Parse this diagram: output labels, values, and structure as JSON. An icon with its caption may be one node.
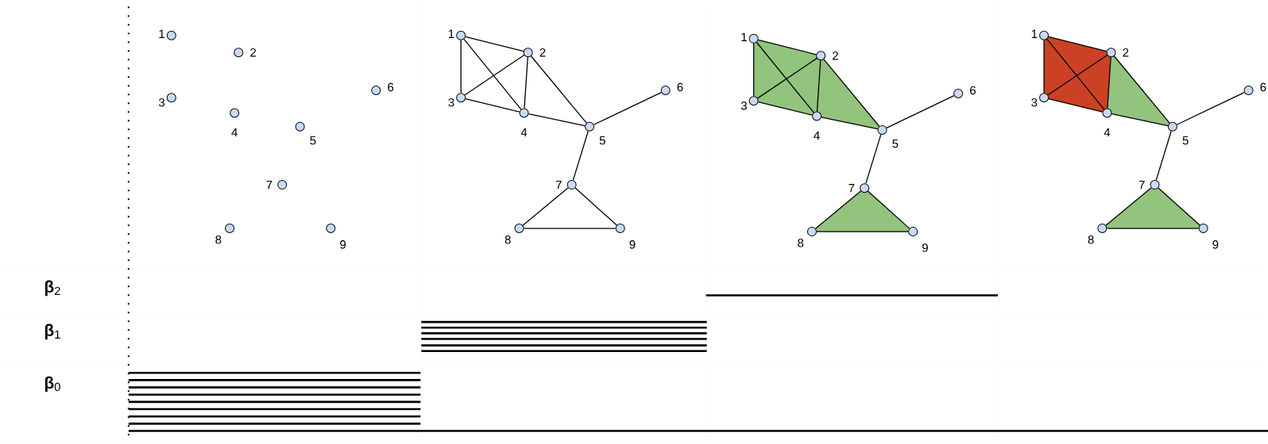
{
  "diagram": {
    "nodes": [
      {
        "text": [],
        "shape": "circle",
        "beside": [
          "1"
        ]
      },
      {
        "text": [],
        "shape": "circle",
        "beside": [
          "2"
        ]
      },
      {
        "text": [],
        "shape": "circle",
        "beside": [
          "3"
        ]
      },
      {
        "text": [],
        "shape": "circle",
        "beside": [
          "4"
        ]
      },
      {
        "text": [],
        "shape": "circle",
        "beside": [
          "5"
        ]
      },
      {
        "text": [],
        "shape": "circle",
        "beside": [
          "6"
        ]
      },
      {
        "text": [],
        "shape": "circle",
        "beside": [
          "7"
        ]
      },
      {
        "text": [],
        "shape": "circle",
        "beside": [
          "8"
        ]
      },
      {
        "text": [],
        "shape": "circle",
        "beside": [
          "9"
        ]
      },
      {
        "text": [],
        "shape": "circle",
        "beside": [
          "1"
        ]
      },
      {
        "text": [],
        "shape": "circle",
        "beside": [
          "2"
        ]
      },
      {
        "text": [],
        "shape": "circle",
        "beside": [
          "3"
        ]
      },
      {
        "text": [],
        "shape": "circle",
        "beside": [
          "4"
        ]
      },
      {
        "text": [],
        "shape": "circle",
        "beside": [
          "5"
        ]
      },
      {
        "text": [],
        "shape": "circle",
        "beside": [
          "6"
        ]
      },
      {
        "text": [],
        "shape": "circle",
        "beside": [
          "7"
        ]
      },
      {
        "text": [],
        "shape": "circle",
        "beside": [
          "8"
        ]
      },
      {
        "text": [],
        "shape": "circle",
        "beside": [
          "9"
        ]
      },
      {
        "text": [],
        "shape": "circle",
        "beside": [
          "1"
        ]
      },
      {
        "text": [],
        "shape": "circle",
        "beside": [
          "2"
        ]
      },
      {
        "text": [],
        "shape": "circle",
        "beside": [
          "3"
        ]
      },
      {
        "text": [],
        "shape": "circle",
        "beside": [
          "4"
        ]
      },
      {
        "text": [],
        "shape": "circle",
        "beside": [
          "5"
        ]
      },
      {
        "text": [],
        "shape": "circle",
        "beside": [
          "6"
        ]
      },
      {
        "text": [],
        "shape": "circle",
        "beside": [
          "7"
        ]
      },
      {
        "text": [],
        "shape": "circle",
        "beside": [
          "8"
        ]
      },
      {
        "text": [],
        "shape": "circle",
        "beside": [
          "9"
        ]
      },
      {
        "text": [],
        "shape": "circle",
        "beside": [
          "1"
        ]
      },
      {
        "text": [],
        "shape": "circle",
        "beside": [
          "2"
        ]
      },
      {
        "text": [],
        "shape": "circle",
        "beside": [
          "3"
        ]
      },
      {
        "text": [],
        "shape": "circle",
        "beside": [
          "4"
        ]
      },
      {
        "text": [],
        "shape": "circle",
        "beside": [
          "5"
        ]
      },
      {
        "text": [],
        "shape": "circle",
        "beside": [
          "6"
        ]
      },
      {
        "text": [],
        "shape": "circle",
        "beside": [
          "7"
        ]
      },
      {
        "text": [],
        "shape": "circle",
        "beside": [
          "8"
        ]
      },
      {
        "text": [],
        "shape": "circle",
        "beside": [
          "9"
        ]
      }
    ],
    "edges": [
      {
        "from": 9,
        "to": 10,
        "arrow": "none"
      },
      {
        "from": 9,
        "to": 11,
        "arrow": "none"
      },
      {
        "from": 9,
        "to": 12,
        "arrow": "none"
      },
      {
        "from": 10,
        "to": 11,
        "arrow": "none"
      },
      {
        "from": 10,
        "to": 12,
        "arrow": "none"
      },
      {
        "from": 11,
        "to": 12,
        "arrow": "none"
      },
      {
        "from": 10,
        "to": 13,
        "arrow": "none"
      },
      {
        "from": 12,
        "to": 13,
        "arrow": "none"
      },
      {
        "from": 13,
        "to": 14,
        "arrow": "none"
      },
      {
        "from": 13,
        "to": 15,
        "arrow": "none"
      },
      {
        "from": 15,
        "to": 16,
        "arrow": "none"
      },
      {
        "from": 15,
        "to": 17,
        "arrow": "none"
      },
      {
        "from": 16,
        "to": 17,
        "arrow": "none"
      },
      {
        "from": 18,
        "to": 19,
        "arrow": "none"
      },
      {
        "from": 18,
        "to": 20,
        "arrow": "none"
      },
      {
        "from": 18,
        "to": 21,
        "arrow": "none"
      },
      {
        "from": 19,
        "to": 20,
        "arrow": "none"
      },
      {
        "from": 19,
        "to": 21,
        "arrow": "none"
      },
      {
        "from": 20,
        "to": 21,
        "arrow": "none"
      },
      {
        "from": 19,
        "to": 22,
        "arrow": "none"
      },
      {
        "from": 21,
        "to": 22,
        "arrow": "none"
      },
      {
        "from": 22,
        "to": 23,
        "arrow": "none"
      },
      {
        "from": 22,
        "to": 24,
        "arrow": "none"
      },
      {
        "from": 24,
        "to": 25,
        "arrow": "none"
      },
      {
        "from": 24,
        "to": 26,
        "arrow": "none"
      },
      {
        "from": 25,
        "to": 26,
        "arrow": "none"
      },
      {
        "from": 27,
        "to": 28,
        "arrow": "none"
      },
      {
        "from": 27,
        "to": 29,
        "arrow": "none"
      },
      {
        "from": 27,
        "to": 30,
        "arrow": "none"
      },
      {
        "from": 28,
        "to": 29,
        "arrow": "none"
      },
      {
        "from": 28,
        "to": 30,
        "arrow": "none"
      },
      {
        "from": 29,
        "to": 30,
        "arrow": "none"
      },
      {
        "from": 28,
        "to": 31,
        "arrow": "none"
      },
      {
        "from": 30,
        "to": 31,
        "arrow": "none"
      },
      {
        "from": 31,
        "to": 32,
        "arrow": "none"
      },
      {
        "from": 31,
        "to": 33,
        "arrow": "none"
      },
      {
        "from": 33,
        "to": 34,
        "arrow": "none"
      },
      {
        "from": 33,
        "to": 35,
        "arrow": "none"
      },
      {
        "from": 34,
        "to": 35,
        "arrow": "none"
      }
    ],
    "labels": [
      "**β**$_{2}$",
      "**β**$_{1}$",
      "**β**$_{0}$"
    ]
  }
}
